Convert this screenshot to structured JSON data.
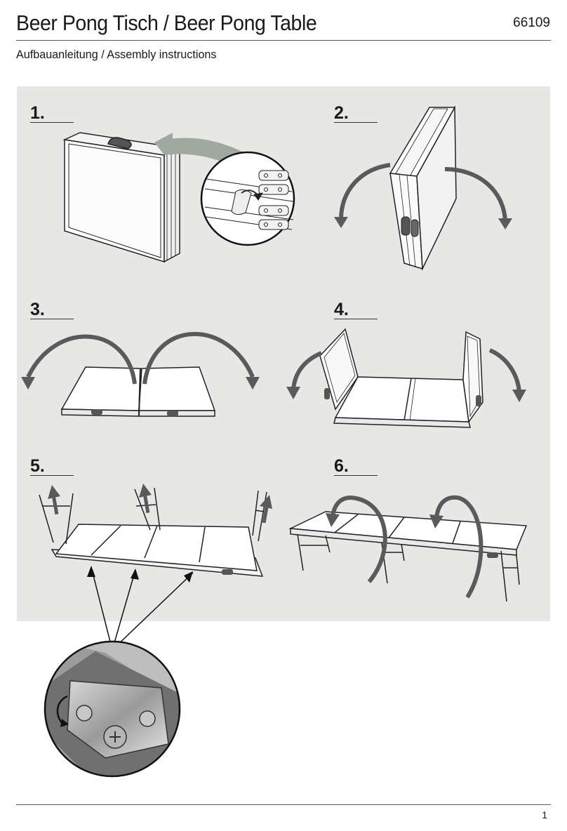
{
  "header": {
    "title": "Beer Pong Tisch / Beer Pong Table",
    "article_number": "66109",
    "subtitle": "Aufbauanleitung / Assembly instructions"
  },
  "steps": [
    {
      "number": "1."
    },
    {
      "number": "2."
    },
    {
      "number": "3."
    },
    {
      "number": "4."
    },
    {
      "number": "5."
    },
    {
      "number": "6."
    }
  ],
  "footer": {
    "page_number": "1"
  },
  "colors": {
    "panel_background": "#e7e7e6",
    "arrow": "#5a5a5a",
    "callout_arrow": "#9aa39a",
    "line": "#333333"
  }
}
